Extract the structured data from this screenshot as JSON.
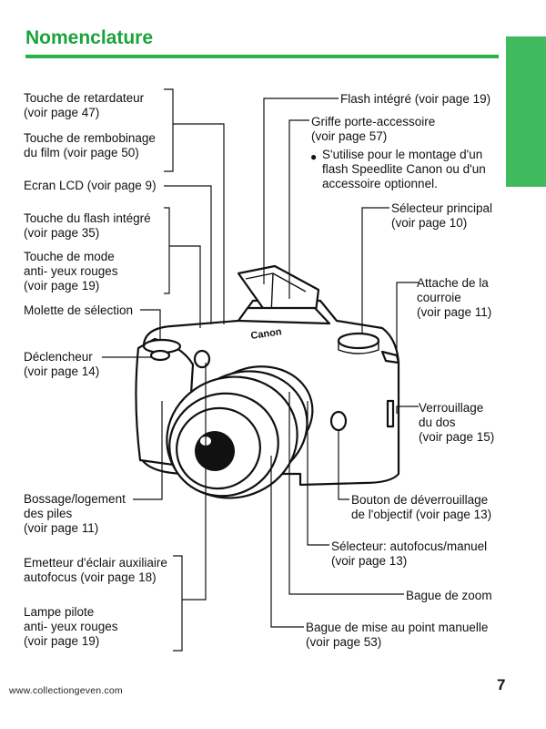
{
  "header": {
    "title": "Nomenclature"
  },
  "labels_left": [
    {
      "id": "retardateur",
      "text": "Touche de retardateur\n(voir page 47)"
    },
    {
      "id": "rembobinage",
      "text": "Touche de rembobinage\ndu film (voir page 50)"
    },
    {
      "id": "lcd",
      "text": "Ecran LCD (voir page 9)"
    },
    {
      "id": "flash-touche",
      "text": "Touche du flash intégré\n(voir page 35)"
    },
    {
      "id": "yeux-rouges",
      "text": "Touche de mode\nanti- yeux rouges\n(voir page 19)"
    },
    {
      "id": "molette",
      "text": "Molette de sélection"
    },
    {
      "id": "declencheur",
      "text": "Déclencheur\n(voir page 14)"
    },
    {
      "id": "piles",
      "text": "Bossage/logement\ndes piles\n(voir page 11)"
    },
    {
      "id": "emetteur",
      "text": "Emetteur d'éclair auxiliaire\nautofocus (voir page 18)"
    },
    {
      "id": "lampe",
      "text": "Lampe pilote\nanti- yeux rouges\n(voir page 19)"
    }
  ],
  "labels_right": [
    {
      "id": "flash-integre",
      "text": "Flash intégré (voir page 19)"
    },
    {
      "id": "griffe",
      "text": "Griffe porte-accessoire\n(voir page 57)"
    },
    {
      "id": "griffe-note",
      "text": "S'utilise pour le montage d'un\nflash Speedlite Canon ou d'un\naccessoire optionnel."
    },
    {
      "id": "selecteur-principal",
      "text": "Sélecteur principal\n(voir page 10)"
    },
    {
      "id": "attache",
      "text": "Attache de la\ncourroie\n(voir page 11)"
    },
    {
      "id": "verrouillage",
      "text": "Verrouillage\ndu dos\n(voir page 15)"
    },
    {
      "id": "deverrouillage",
      "text": "Bouton de déverrouillage\nde l'objectif (voir page 13)"
    },
    {
      "id": "selecteur-af",
      "text": "Sélecteur: autofocus/manuel\n(voir page 13)"
    },
    {
      "id": "zoom",
      "text": "Bague de zoom"
    },
    {
      "id": "mise-au-point",
      "text": "Bague de mise au point manuelle\n(voir page 53)"
    }
  ],
  "camera": {
    "brand": "Canon"
  },
  "footer": {
    "url": "www.collectiongeven.com",
    "page": "7"
  },
  "colors": {
    "accent": "#1aa33a",
    "rule": "#27b24a",
    "tab": "#3fbb5e"
  }
}
